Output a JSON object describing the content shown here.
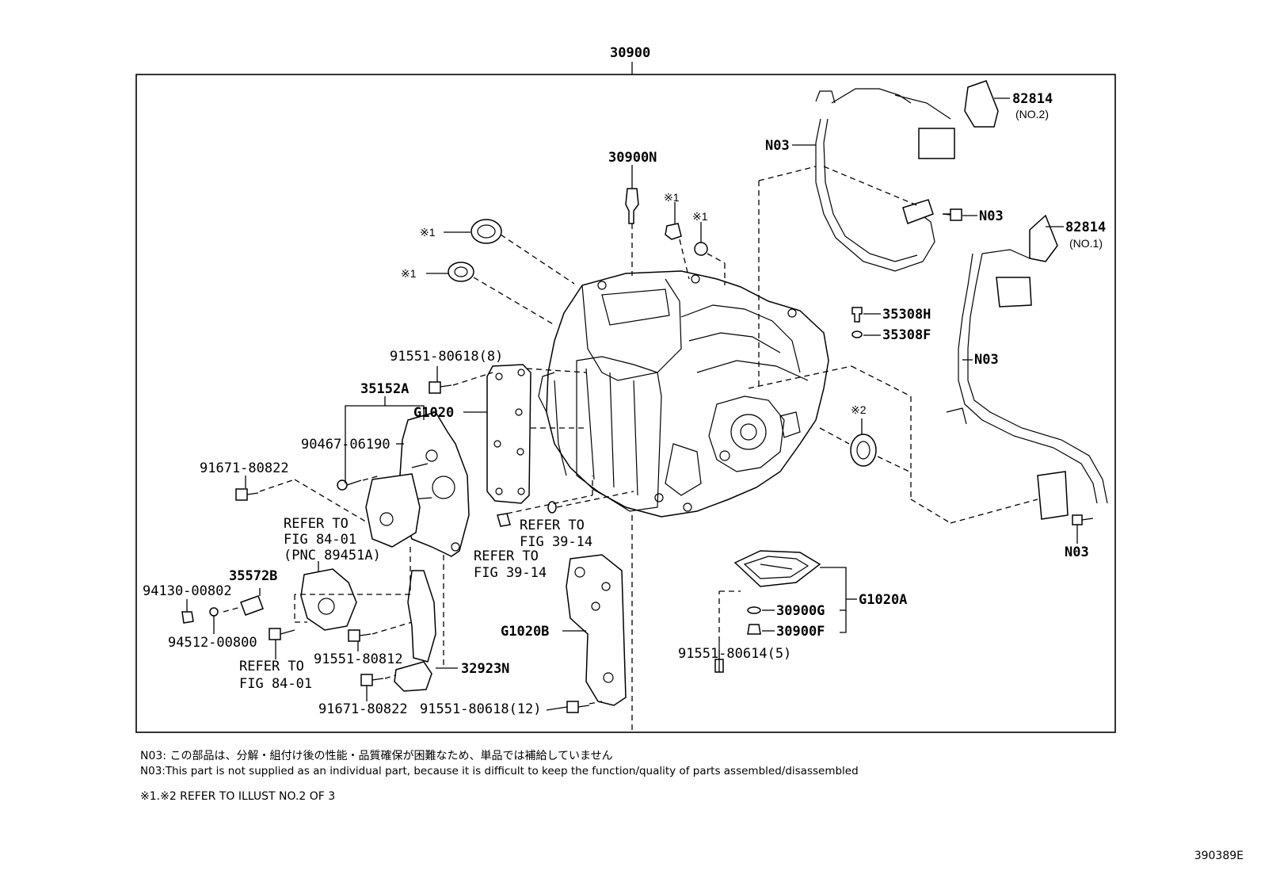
{
  "diagram": {
    "assembly_number": "30900",
    "labels": {
      "p30900N": "30900N",
      "p82814_no2": "82814",
      "p82814_no2_sub": "(NO.2)",
      "p82814_no1": "82814",
      "p82814_no1_sub": "(NO.1)",
      "n03_a": "N03",
      "n03_b": "N03",
      "n03_c": "N03",
      "n03_d": "N03",
      "ref1_a": "※1",
      "ref1_b": "※1",
      "ref1_c": "※1",
      "ref1_d": "※1",
      "ref2": "※2",
      "p35308H": "35308H",
      "p35308F": "35308F",
      "p91551_80618_8": "91551-80618(8)",
      "p35152A": "35152A",
      "pG1020": "G1020",
      "p90467_06190": "90467-06190",
      "p91671_80822_a": "91671-80822",
      "refer_fig84_01_a_l1": "REFER TO",
      "refer_fig84_01_a_l2": "FIG 84-01",
      "refer_fig84_01_a_l3": "(PNC 89451A)",
      "refer_fig39_14_a_l1": "REFER TO",
      "refer_fig39_14_a_l2": "FIG 39-14",
      "refer_fig39_14_b_l1": "REFER TO",
      "refer_fig39_14_b_l2": "FIG 39-14",
      "p35572B": "35572B",
      "p94130_00802": "94130-00802",
      "p94512_00800": "94512-00800",
      "refer_fig84_01_b_l1": "REFER TO",
      "refer_fig84_01_b_l2": "FIG 84-01",
      "p91551_80812": "91551-80812",
      "p32923N": "32923N",
      "p91671_80822_b": "91671-80822",
      "p91551_80618_12": "91551-80618(12)",
      "pG1020B": "G1020B",
      "p30900G": "30900G",
      "p30900F": "30900F",
      "pG1020A": "G1020A",
      "p91551_80614_5": "91551-80614(5)"
    }
  },
  "notes": {
    "jp": "N03: この部品は、分解・組付け後の性能・品質確保が困難なため、単品では補給していません",
    "en": "N03:This part is not supplied as an individual part, because it is difficult to keep the function/quality of parts assembled/disassembled",
    "ref": "※1.※2 REFER TO ILLUST NO.2 OF 3"
  },
  "illustration_id": "390389E"
}
